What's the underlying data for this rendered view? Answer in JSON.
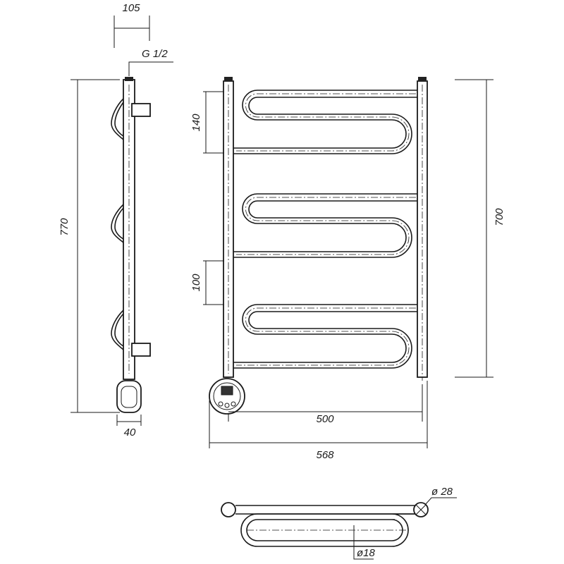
{
  "dimensions": {
    "depth_total": "105",
    "thread": "G 1/2",
    "height_total": "770",
    "wall_offset": "40",
    "section_top": "140",
    "section_gap": "100",
    "width_axis": "500",
    "width_total": "568",
    "height_axis": "700",
    "tube_diameter": "ø 28",
    "coil_diameter": "ø18"
  }
}
